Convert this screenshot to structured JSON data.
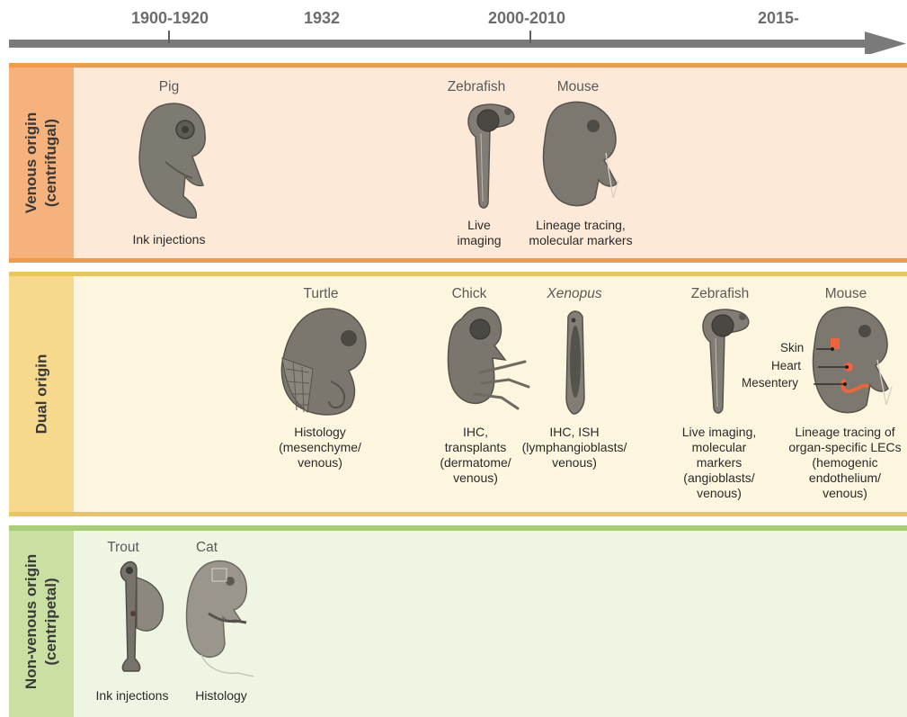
{
  "timeline": {
    "years": [
      "1900-1920",
      "1932",
      "2000-2010",
      "2015-"
    ]
  },
  "bands": {
    "venous": {
      "label_line1": "Venous  origin",
      "label_line2": "(centrifugal)",
      "colors": {
        "strip": "#f4b27a",
        "body": "#fde8d5",
        "edge": "#f29a4a"
      },
      "species": {
        "pig": "Pig",
        "zebrafish": "Zebrafish",
        "mouse": "Mouse"
      },
      "methods": {
        "pig": "Ink injections",
        "zebrafish": "Live\nimaging",
        "mouse": "Lineage tracing,\nmolecular markers"
      }
    },
    "dual": {
      "label_line1": "Dual origin",
      "colors": {
        "strip": "#f5d98a",
        "body": "#fdf6dc",
        "edge": "#e8c65a"
      },
      "species": {
        "turtle": "Turtle",
        "chick": "Chick",
        "xenopus": "Xenopus",
        "zebrafish": "Zebrafish",
        "mouse": "Mouse"
      },
      "methods": {
        "turtle": "Histology\n(mesenchyme/\nvenous)",
        "chick": "IHC,\ntransplants\n(dermatome/\nvenous)",
        "xenopus": "IHC, ISH\n(lymphangioblasts/\nvenous)",
        "zebrafish": "Live imaging,\nmolecular\nmarkers\n(angioblasts/\nvenous)",
        "mouse": "Lineage tracing of\norgan-specific LECs\n(hemogenic\nendothelium/\nvenous)"
      },
      "callouts": {
        "skin": "Skin",
        "heart": "Heart",
        "mesentery": "Mesentery"
      }
    },
    "nonvenous": {
      "label_line1": "Non-venous origin",
      "label_line2": "(centripetal)",
      "colors": {
        "strip": "#c8e0a0",
        "body": "#eef5e2",
        "edge": "#a8cf78"
      },
      "species": {
        "trout": "Trout",
        "cat": "Cat"
      },
      "methods": {
        "trout": "Ink injections",
        "cat": "Histology"
      }
    }
  },
  "icons": {
    "timeline_arrow": "arrow-right-icon",
    "highlight_color": "#f0643c"
  }
}
